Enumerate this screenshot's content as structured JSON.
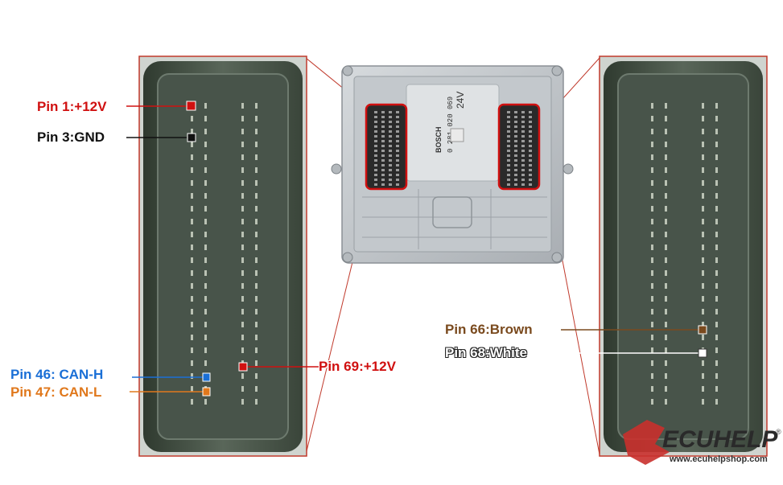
{
  "labels": {
    "pin1": "Pin 1:+12V",
    "pin3": "Pin 3:GND",
    "pin46": "Pin 46: CAN-H",
    "pin47": "Pin 47: CAN-L",
    "pin69": "Pin 69:+12V",
    "pin66": "Pin 66:Brown",
    "pin68": "Pin 68:White"
  },
  "ecu_text": {
    "brand": "BOSCH",
    "part": "0 281 020 069",
    "volt": "24V"
  },
  "logo": {
    "name": "ECUHELP",
    "url": "www.ecuhelpshop.com",
    "reg": "®"
  },
  "colors": {
    "red": "#d01010",
    "black": "#111111",
    "blue": "#1a6fd6",
    "orange": "#e0781c",
    "brown": "#7a4a1e",
    "white": "#ffffff",
    "frame": "#c0392b"
  }
}
